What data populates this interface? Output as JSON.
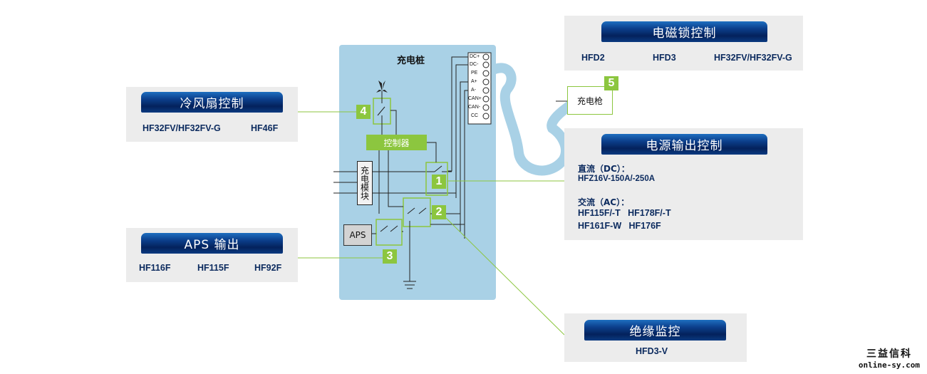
{
  "diagram": {
    "charger_title": "充电桩",
    "controller_label": "控制器",
    "charging_module_label": "充电模块",
    "aps_box_label": "APS",
    "charging_gun_label": "充电枪",
    "terminals": [
      "DC+",
      "DC-",
      "PE",
      "A+",
      "A-",
      "CAN+",
      "CAN-",
      "CC"
    ],
    "markers": [
      "1",
      "2",
      "3",
      "4",
      "5"
    ],
    "colors": {
      "accent_green": "#8cc63f",
      "banner_blue": "#0c3f8c",
      "cabinet_blue": "#a9d1e6",
      "panel_gray": "#ececec",
      "text_navy": "#0b2a5e"
    }
  },
  "panels": {
    "fan": {
      "title": "冷风扇控制",
      "products": [
        "HF32FV/HF32FV-G",
        "HF46F"
      ]
    },
    "aps": {
      "title": "APS 输出",
      "products": [
        "HF116F",
        "HF115F",
        "HF92F"
      ]
    },
    "lock": {
      "title": "电磁锁控制",
      "products": [
        "HFD2",
        "HFD3",
        "HF32FV/HF32FV-G"
      ]
    },
    "power": {
      "title": "电源输出控制",
      "dc_label": "直流（DC）：",
      "dc_products": "HFZ16V-150A/-250A",
      "ac_label": "交流（AC）：",
      "ac_row1": "HF115F/-T   HF178F/-T",
      "ac_row2": "HF161F-W   HF176F"
    },
    "insulation": {
      "title": "绝缘监控",
      "products": [
        "HFD3-V"
      ]
    }
  },
  "brand": {
    "name": "三益信科",
    "url": "online-sy.com"
  }
}
